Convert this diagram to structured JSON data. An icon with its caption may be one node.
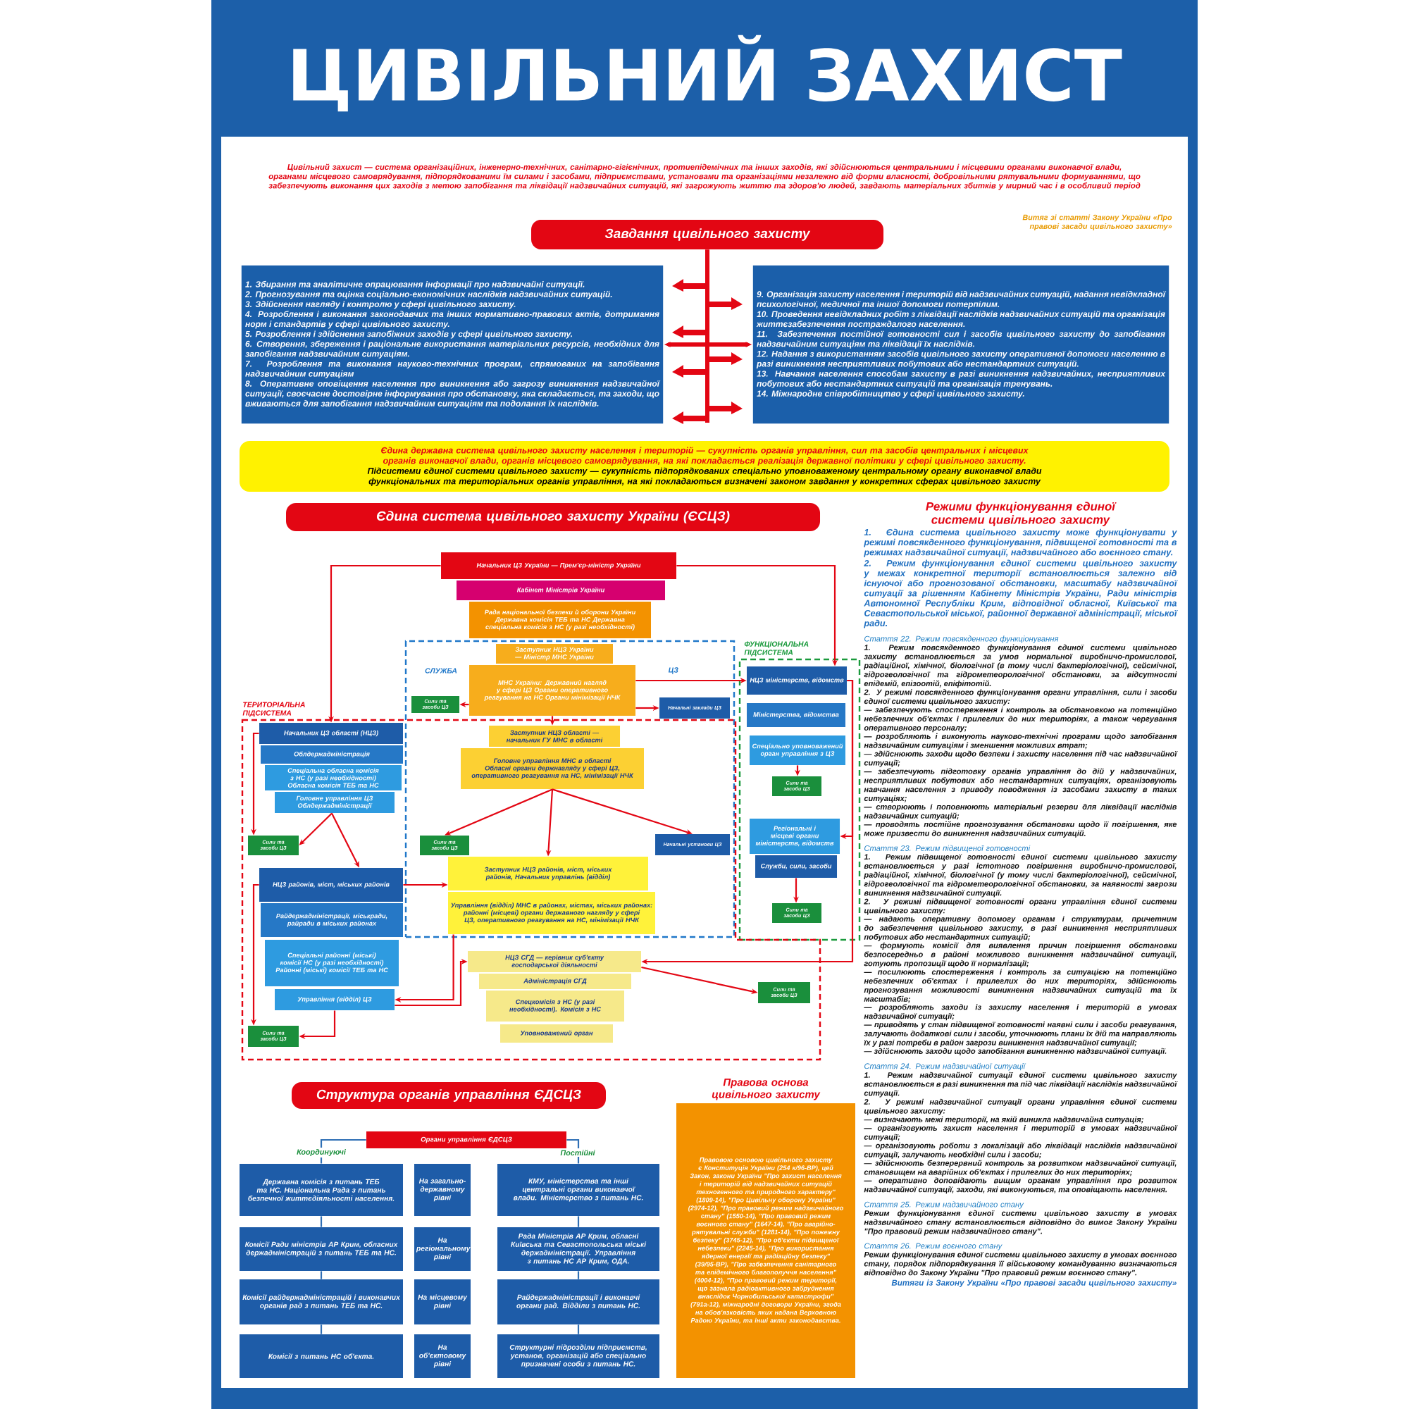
{
  "diagram": {
    "title": "ЦИВІЛЬНИЙ ЗАХИСТ",
    "nodes": [
      {
        "text": [
          "Завдання цивільного захисту"
        ]
      },
      {
        "text": [
          "1. Збирання та аналітичне опрацювання інформації про надзвичайні ситуації.",
          "2. Прогнозування та оцінка соціально-економічних наслідків надзвичайних ситуацій.",
          "3. Здійснення нагляду і контролю у сфері цивільного захисту.",
          "4. Розроблення і виконання законодавчих та інших нормативно-правових актів, дотримання норм і стандартів у сфері цивільного захисту.",
          "5. Розроблення і здійснення запобіжних заходів у сфері цивільного захисту.",
          "6. Створення, збереження і раціональне використання матеріальних ресурсів, необхідних для запобігання надзвичайним ситуаціям.",
          "7. Розроблення та виконання науково-технічних програм, спрямованих на запобігання надзвичайним ситуаціям",
          "8. Оперативне оповіщення населення про виникнення або загрозу виникнення надзвичайної ситуації, своєчасне достовірне інформування про обстановку, яка складається, та заходи, що вживаються для запобігання надзвичайним ситуаціям та подолання їх наслідків."
        ]
      },
      {
        "text": [
          "9. Організація захисту населення і територій від надзвичайних ситуацій, надання невідкладної психологічної, медичної та іншої допомоги потерпілим.",
          "10. Проведення невідкладних робіт з ліквідації наслідків надзвичайних ситуацій та організація життєзабезпечення постраждалого населення.",
          "11. Забезпечення постійної готовності сил і засобів цивільного захисту до запобігання надзвичайним ситуаціям та ліквідації їх наслідків.",
          "12. Надання з використанням засобів цивільного захисту оперативної допомоги населенню в разі виникнення несприятливих побутових або нестандартних ситуацій.",
          "13. Навчання населення способам захисту в разі виникнення надзвичайних, несприятливих побутових або нестандартних ситуацій та організація тренувань.",
          "14. Міжнародне співробітництво у сфері цивільного захисту."
        ]
      },
      {
        "text": [
          "Єдина державна система цивільного захисту населення і територій — сукупність органів управління, сил та засобів центральних і місцевих органів виконавчої влади, органів місцевого самоврядування, на які покладається реалізація державної політики у сфері цивільного захисту.",
          "Підсистеми єдиної системи цивільного захисту — сукупність підпорядкованих спеціально уповноваженому центральному органу виконавчої влади функціональних та територіальних органів управління, на які покладаються визначені законом завдання у конкретних сферах цивільного захисту"
        ]
      },
      {
        "text": [
          "Єдина система цивільного захисту України (ЄСЦЗ)"
        ]
      },
      {
        "text": [
          "Начальник ЦЗ України — Прем'єр-міністр України"
        ]
      },
      {
        "text": [
          "Кабінет Міністрів України"
        ]
      },
      {
        "text": [
          "Рада національної безпеки й оборони України Державна комісія ТЕБ та НС Державна спеціальна комісія з НС (у разі необхідності)"
        ]
      },
      {
        "text": [
          "СЛУЖБА",
          "ЦЗ"
        ]
      },
      {
        "text": [
          "Заступник НЦЗ України — Міністр МНС України"
        ],
        "in": 8
      },
      {
        "text": [
          "МНС України: Державний нагляд у сфері ЦЗ Органи оперативного реагування на НС Органи мінімізації НЧК"
        ],
        "in": 8
      },
      {
        "text": [
          "Сили та засоби ЦЗ"
        ],
        "in": 8
      },
      {
        "text": [
          "Начальні заклади ЦЗ"
        ],
        "in": 8
      },
      {
        "text": [
          "ФУНКЦІОНАЛЬНА ПІДСИСТЕМА"
        ]
      },
      {
        "text": [
          "НЦЗ міністерств, відомств"
        ],
        "in": 13
      },
      {
        "text": [
          "Міністерства, відомства"
        ],
        "in": 13
      },
      {
        "text": [
          "Спеціально уповноважений орган управління з ЦЗ"
        ],
        "in": 13
      },
      {
        "text": [
          "Сили та засоби ЦЗ"
        ],
        "in": 13
      },
      {
        "text": [
          "Регіональні і місцеві органи міністерств, відомств"
        ],
        "in": 13
      },
      {
        "text": [
          "Служби, сили, засоби"
        ],
        "in": 13
      },
      {
        "text": [
          "Сили та засоби ЦЗ"
        ],
        "in": 13
      },
      {
        "text": [
          "ТЕРИТОРІАЛЬНА ПІДСИСТЕМА"
        ]
      },
      {
        "text": [
          "Начальник ЦЗ області (НЦЗ)"
        ],
        "in": 21
      },
      {
        "text": [
          "Облдержадміністрація"
        ],
        "in": 21
      },
      {
        "text": [
          "Спеціальна обласна комісія з НС (у разі необхідності) Обласна комісія ТЕБ та НС"
        ],
        "in": 21
      },
      {
        "text": [
          "Головне управління ЦЗ Облдержадміністрації"
        ],
        "in": 21
      },
      {
        "text": [
          "Сили та засоби ЦЗ"
        ],
        "in": 21
      },
      {
        "text": [
          "НЦЗ районів, міст, міських районів"
        ],
        "in": 21
      },
      {
        "text": [
          "Райдержадміністрації, міськради, райради в міських районах"
        ],
        "in": 21
      },
      {
        "text": [
          "Спеціальні районні (міські) комісії НС (у разі необхідності) Районні (міські) комісії ТЕБ та НС"
        ],
        "in": 21
      },
      {
        "text": [
          "Управління (відділ) ЦЗ"
        ],
        "in": 21
      },
      {
        "text": [
          "Сили та засоби ЦЗ"
        ],
        "in": 21
      },
      {
        "text": [
          "Заступник НЦЗ області — начальник ГУ МНС в області"
        ]
      },
      {
        "text": [
          "Головне управління МНС в області Обласні органи держнагляду у сфері ЦЗ, оперативного реагування на НС, мінімізації НЧК"
        ]
      },
      {
        "text": [
          "Сили та засоби ЦЗ"
        ]
      },
      {
        "text": [
          "Начальні установи ЦЗ"
        ]
      },
      {
        "text": [
          "Заступник НЦЗ районів, міст, міських районів, Начальник управлінь (відділ)"
        ]
      },
      {
        "text": [
          "Управління (відділ) МНС в районах, містах, міських районах: районні (місцеві) органи державного нагляду у сфері ЦЗ, оперативного реагування на НС, мінімізації НЧК"
        ]
      },
      {
        "text": [
          "НЦЗ СГД — керівник суб'єкту господарської діяльності"
        ],
        "in": 21
      },
      {
        "text": [
          "Адміністрація СГД"
        ],
        "in": 21
      },
      {
        "text": [
          "Спецкомісія з НС (у разі необхідності). Комісія з НС"
        ],
        "in": 21
      },
      {
        "text": [
          "Уповноважений орган"
        ],
        "in": 21
      },
      {
        "text": [
          "Сили та засоби ЦЗ"
        ],
        "in": 21
      },
      {
        "text": [
          "Структура органів управління ЄДСЦЗ"
        ]
      },
      {
        "text": [
          "Органи управління ЄДСЦЗ"
        ]
      },
      {
        "text": [
          "Державна комісія з питань ТЕБ та НС. Національна Рада з питань безпечної життєдіяльності населення."
        ]
      },
      {
        "text": [
          "Комісії Ради міністрів АР Крим, обласних держадміністрацій з питань ТЕБ та НС."
        ]
      },
      {
        "text": [
          "Комісії райдержадміністрацій і виконавчих органів рад з питань ТЕБ та НС."
        ]
      },
      {
        "text": [
          "Комісії з питань НС об'єкта."
        ]
      },
      {
        "text": [
          "На загально-державному рівні"
        ]
      },
      {
        "text": [
          "На регіональному рівні"
        ]
      },
      {
        "text": [
          "На місцевому рівні"
        ]
      },
      {
        "text": [
          "На об'єктовому рівні"
        ]
      },
      {
        "text": [
          "КМУ, міністерства та інші центральні органи виконавчої влади. Міністерство з питань НС."
        ]
      },
      {
        "text": [
          "Рада Міністрів АР Крим, обласні Київська та Севастопольська міські держадміністрації. Управління з питань НС АР Крим, ОДА."
        ]
      },
      {
        "text": [
          "Райдержадміністрації і виконавчі органи рад. Відділи з питань НС."
        ]
      },
      {
        "text": [
          "Структурні підрозділи підприємств, установ, організацій або спеціально призначені особи з питань НС."
        ]
      },
      {
        "text": [
          "Правова основа цивільного захисту",
          "Правовою основою цивільного захисту є Конституція України (254 к/96-ВР), цей Закон, закони України \"Про захист населення і територій від надзвичайних ситуацій техногенного та природного характеру\" (1809-14), \"Про Цивільну оборону України\" (2974-12), \"Про правовий режим надзвичайного стану\" (1550-14), \"Про правовий режим воєнного стану\" (1647-14), \"Про аварійно-рятувальні служби\" (1281-14), \"Про пожежну безпеку\" (3745-12), \"Про об'єкти підвищеної небезпеки\" (2245-14), \"Про використання ядерної енергії та радіаційну безпеку\" (39/95-ВР), \"Про забезпечення санітарного та епідемічного благополуччя населення\" (4004-12), \"Про правовий режим території, що зазнала радіоактивного забруднення внаслідок Чорнобильської катастрофи\" (791а-12), міжнародні договори України, згода на обов'язковість яких надана Верховною Радою України, та інші акти законодавства."
        ]
      }
    ],
    "edges": [
      {
        "from": 0,
        "to": 1,
        "arrow": "to",
        "style": "thick"
      },
      {
        "from": 0,
        "to": 2,
        "arrow": "to",
        "style": "thick"
      },
      {
        "from": 5,
        "to": 22,
        "arrow": "to"
      },
      {
        "from": 5,
        "to": 14,
        "arrow": "to"
      },
      {
        "from": 10,
        "to": 11,
        "arrow": "to"
      },
      {
        "from": 10,
        "to": 12,
        "arrow": "to"
      },
      {
        "from": 10,
        "to": 14,
        "arrow": "to"
      },
      {
        "from": 10,
        "to": 32,
        "arrow": "to"
      },
      {
        "from": 33,
        "to": 34,
        "arrow": "to"
      },
      {
        "from": 33,
        "to": 35,
        "arrow": "to"
      },
      {
        "from": 33,
        "to": 36,
        "arrow": "to"
      },
      {
        "from": 22,
        "to": 26,
        "arrow": "to"
      },
      {
        "from": 25,
        "to": 26,
        "arrow": "to"
      },
      {
        "from": 25,
        "to": 27,
        "arrow": "to"
      },
      {
        "from": 27,
        "to": 31,
        "arrow": "to"
      },
      {
        "from": 27,
        "to": 36,
        "arrow": "to"
      },
      {
        "from": 37,
        "to": 30,
        "arrow": "to"
      },
      {
        "from": 30,
        "to": 38,
        "arrow": "to"
      },
      {
        "from": 14,
        "to": 18,
        "arrow": "to"
      },
      {
        "from": 14,
        "to": 38,
        "arrow": "to"
      },
      {
        "from": 38,
        "to": 42,
        "arrow": "to"
      },
      {
        "from": 16,
        "to": 17,
        "arrow": "to"
      },
      {
        "from": 19,
        "to": 20,
        "arrow": "to"
      },
      {
        "from": 44,
        "to": 45,
        "arrow": "none",
        "label": "Координуючі",
        "color": "#2f6fb5"
      },
      {
        "from": 44,
        "to": 53,
        "arrow": "none",
        "label": "Постійні",
        "color": "#2f6fb5"
      },
      {
        "from": 45,
        "to": 46,
        "arrow": "none",
        "color": "#2f6fb5"
      },
      {
        "from": 46,
        "to": 47,
        "arrow": "none",
        "color": "#2f6fb5"
      },
      {
        "from": 47,
        "to": 48,
        "arrow": "none",
        "color": "#2f6fb5"
      },
      {
        "from": 53,
        "to": 54,
        "arrow": "none",
        "color": "#2f6fb5"
      },
      {
        "from": 54,
        "to": 55,
        "arrow": "none",
        "color": "#2f6fb5"
      },
      {
        "from": 55,
        "to": 56,
        "arrow": "none",
        "color": "#2f6fb5"
      },
      {
        "from": 30,
        "to": 31,
        "arrow": "to"
      }
    ],
    "labels": [
      "Цивільний захист — система організаційних, інженерно-технічних, санітарно-гігієнічних, протиепідемічних та інших заходів, які здійснюються центральними і місцевими органами виконавчої влади, органами місцевого самоврядування, підпорядкованими їм силами і засобами, підприємствами, установами та організаціями незалежно від форми власності, добровільними рятувальними формуваннями, що забезпечують виконання цих заходів з метою запобігання та ліквідації надзвичайних ситуацій, які загрожують життю та здоров'ю людей, завдають матеріальних збитків у мирний час і в особливий період",
      "Витяг зі статті Закону України «Про правові засади цивільного захисту»",
      "Режими функціонування єдиної системи цивільного захисту",
      "1. Єдина система цивільного захисту може функціонувати у режимі повсякденного функціонування, підвищеної готовності та в режимах надзвичайної ситуації, надзвичайного або воєнного стану.",
      "2. Режим функціонування єдиної системи цивільного захисту у межах конкретної території встановлюється залежно від існуючої або прогнозованої обстановки, масштабу надзвичайної ситуації за рішенням Кабінету Міністрів України, Ради міністрів Автономної Республіки Крим, відповідної обласної, Київської та Севастопольської міської, районної державної адміністрації, міської ради.",
      "Стаття 22. Режим повсякденного функціонування",
      "1. Режим повсякденного функціонування єдиної системи цивільного захисту встановлюється за умов нормальної виробничо-промислової, радіаційної, хімічної, біологічної (в тому числі бактеріологічної), сейсмічної, гідрогеологічної та гідрометеорологічної обстановки, за відсутності епідемій, епізоотій, епіфітотій.",
      "2. У режимі повсякденного функціонування органи управління, сили і засоби єдиної системи цивільного захисту:",
      "— забезпечують спостереження і контроль за обстановкою на потенційно небезпечних об'єктах і прилеглих до них територіях, а також чергування оперативного персоналу;",
      "— розробляють і виконують науково-технічні програми щодо запобігання надзвичайним ситуаціям і зменшення можливих втрат;",
      "— здійснюють заходи щодо безпеки і захисту населення під час надзвичайної ситуації;",
      "— забезпечують підготовку органів управління до дій у надзвичайних, несприятливих побутових або нестандартних ситуаціях, організовують навчання населення з приводу поводження із засобами захисту в таких ситуаціях;",
      "— створюють і поповнюють матеріальні резерви для ліквідації наслідків надзвичайних ситуацій;",
      "— проводять постійне прогнозування обстановки щодо її погіршення, яке може призвести до виникнення надзвичайних ситуацій.",
      "Стаття 23. Режим підвищеної готовності",
      "1. Режим підвищеної готовності єдиної системи цивільного захисту встановлюється у разі істотного погіршення виробничо-промислової, радіаційної, хімічної, біологічної (у тому числі бактеріологічної), сейсмічної, гідрогеологічної та гідрометеорологічної обстановки, за наявності загрози виникнення надзвичайної ситуації.",
      "2. У режимі підвищеної готовності органи управління єдиної системи цивільного захисту:",
      "— надають оперативну допомогу органам і структурам, причетним до забезпечення цивільного захисту, в разі виникнення несприятливих побутових або нестандартних ситуацій;",
      "— формують комісії для виявлення причин погіршення обстановки безпосередньо в районі можливого виникнення надзвичайної ситуації, готують пропозиції щодо її нормалізації;",
      "— посилюють спостереження і контроль за ситуацією на потенційно небезпечних об'єктах і прилеглих до них територіях, здійснюють прогнозування можливості виникнення надзвичайних ситуацій та їх масштабів;",
      "— розробляють заходи із захисту населення і територій в умовах надзвичайної ситуації;",
      "— приводять у стан підвищеної готовності наявні сили і засоби реагування, залучають додаткові сили і засоби, уточнюють плани їх дій та направляють їх у разі потреби в район загрози виникнення надзвичайної ситуації;",
      "— здійснюють заходи щодо запобігання виникненню надзвичайної ситуації.",
      "Стаття 24. Режим надзвичайної ситуації",
      "1. Режим надзвичайної ситуації єдиної системи цивільного захисту встановлюється в разі виникнення та під час ліквідації наслідків надзвичайної ситуації.",
      "2. У режимі надзвичайної ситуації органи управління єдиної системи цивільного захисту:",
      "— визначають межі території, на якій виникла надзвичайна ситуація;",
      "— організовують захист населення і територій в умовах надзвичайної ситуації;",
      "— організовують роботи з локалізації або ліквідації наслідків надзвичайної ситуації, залучають необхідні сили і засоби;",
      "— здійснюють безперервний контроль за розвитком надзвичайної ситуації, становищем на аварійних об'єктах і прилеглих до них територіях;",
      "— оперативно доповідають вищим органам управління про розвиток надзвичайної ситуації, заходи, які виконуються, та оповіщають населення.",
      "Стаття 25. Режим надзвичайного стану",
      "Режим функціонування єдиної системи цивільного захисту в умовах надзвичайного стану встановлюється відповідно до вимог Закону України \"Про правовий режим надзвичайного стану\".",
      "Стаття 26. Режим воєнного стану",
      "Режим функціонування єдиної системи цивільного захисту в умовах воєнного стану, порядок підпорядкування її військовому командуванню визначаються відповідно до Закону України \"Про правовий режим воєнного стану\".",
      "Витяги із Закону України «Про правові засади цивільного захисту»"
    ]
  }
}
